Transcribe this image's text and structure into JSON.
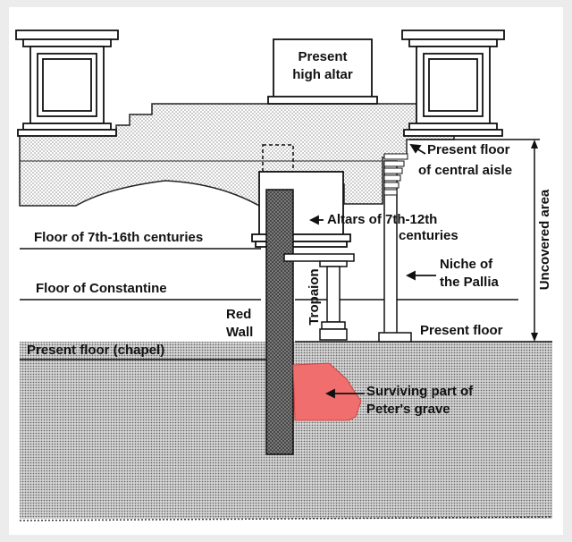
{
  "diagram": {
    "labels": {
      "present_high_altar": [
        "Present",
        "high altar"
      ],
      "present_floor_central_aisle": [
        "Present floor",
        "of central aisle"
      ],
      "altars_7th_12th": [
        "Altars of 7th-12th",
        "centuries"
      ],
      "floor_7th_16th": "Floor of 7th-16th centuries",
      "niche_of_pallia": [
        "Niche of",
        "the Pallia"
      ],
      "uncovered_area": "Uncovered area",
      "floor_of_constantine": "Floor of Constantine",
      "red_wall": [
        "Red",
        "Wall"
      ],
      "tropaion": "Tropaion",
      "present_floor": "Present floor",
      "present_floor_chapel": "Present floor (chapel)",
      "surviving_part": [
        "Surviving part of",
        "Peter's grave"
      ]
    },
    "colors": {
      "grave": "#f06e6e",
      "ink": "#111111",
      "stipple": "#9a9a9a",
      "wall": "#6a6a6a",
      "background": "#ffffff"
    }
  }
}
